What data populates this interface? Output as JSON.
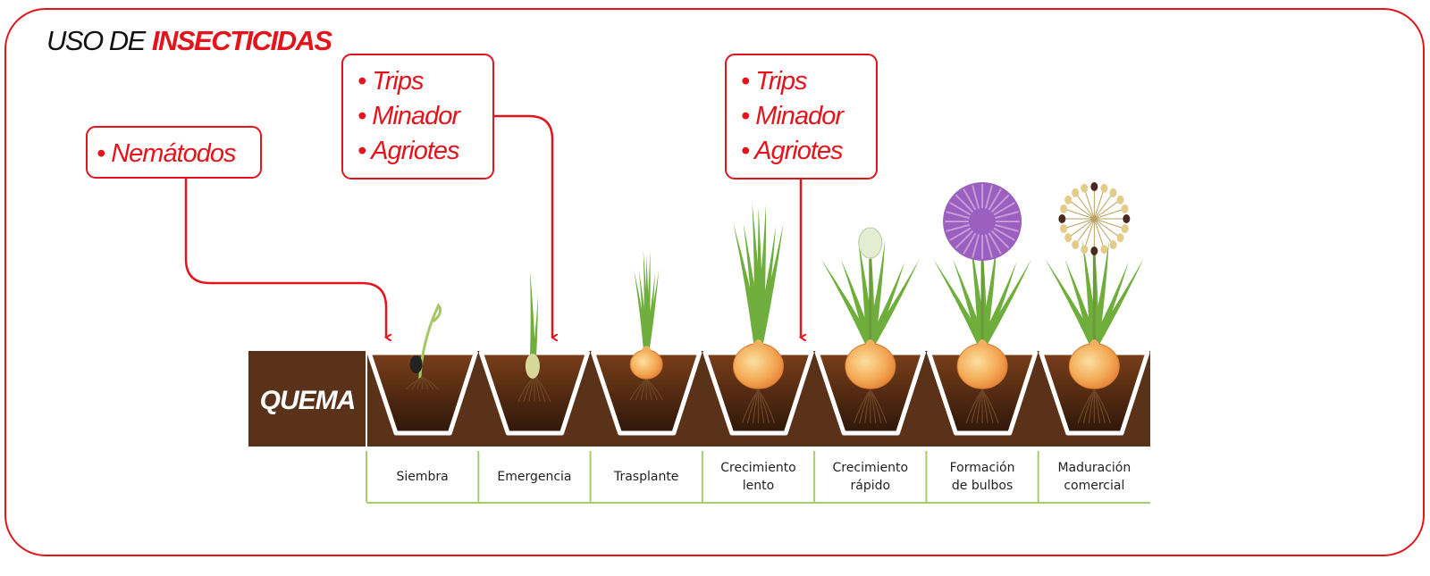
{
  "title": {
    "prefix": "USO DE",
    "highlight": "INSECTICIDAS"
  },
  "colors": {
    "accent": "#e3141b",
    "soil": "#5a3119",
    "soil_inner": "#3e2010",
    "label_line": "#a8cc6a",
    "onion": "#f0a04a",
    "leaf": "#6fae3c",
    "flower": "#9b5fc0"
  },
  "callouts": [
    {
      "items": [
        "• Nemátodos"
      ]
    },
    {
      "items": [
        "• Trips",
        "• Minador",
        "• Agriotes"
      ]
    },
    {
      "items": [
        "• Trips",
        "• Minador",
        "• Agriotes"
      ]
    }
  ],
  "band_label": "QUEMA",
  "stages": [
    {
      "lines": [
        "Siembra"
      ]
    },
    {
      "lines": [
        "Emergencia"
      ]
    },
    {
      "lines": [
        "Trasplante"
      ]
    },
    {
      "lines": [
        "Crecimiento",
        "lento"
      ]
    },
    {
      "lines": [
        "Crecimiento",
        "rápido"
      ]
    },
    {
      "lines": [
        "Formación",
        "de bulbos"
      ]
    },
    {
      "lines": [
        "Maduración",
        "comercial"
      ]
    }
  ]
}
